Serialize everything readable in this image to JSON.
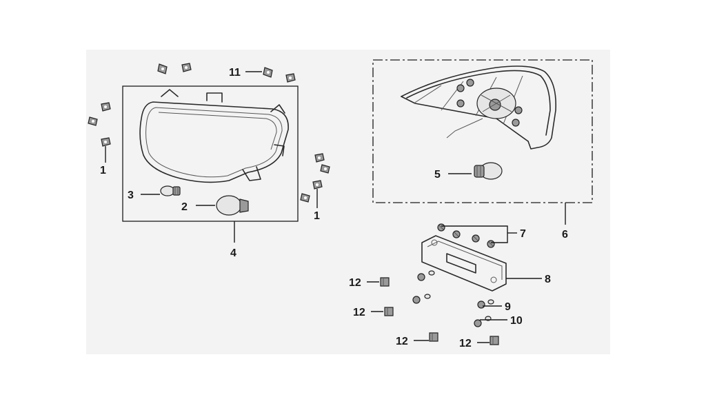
{
  "callouts": {
    "c1a": "1",
    "c1b": "1",
    "c2": "2",
    "c3": "3",
    "c4": "4",
    "c5": "5",
    "c6": "6",
    "c7": "7",
    "c8": "8",
    "c9": "9",
    "c10": "10",
    "c11": "11",
    "c12a": "12",
    "c12b": "12",
    "c12c": "12",
    "c12d": "12"
  }
}
